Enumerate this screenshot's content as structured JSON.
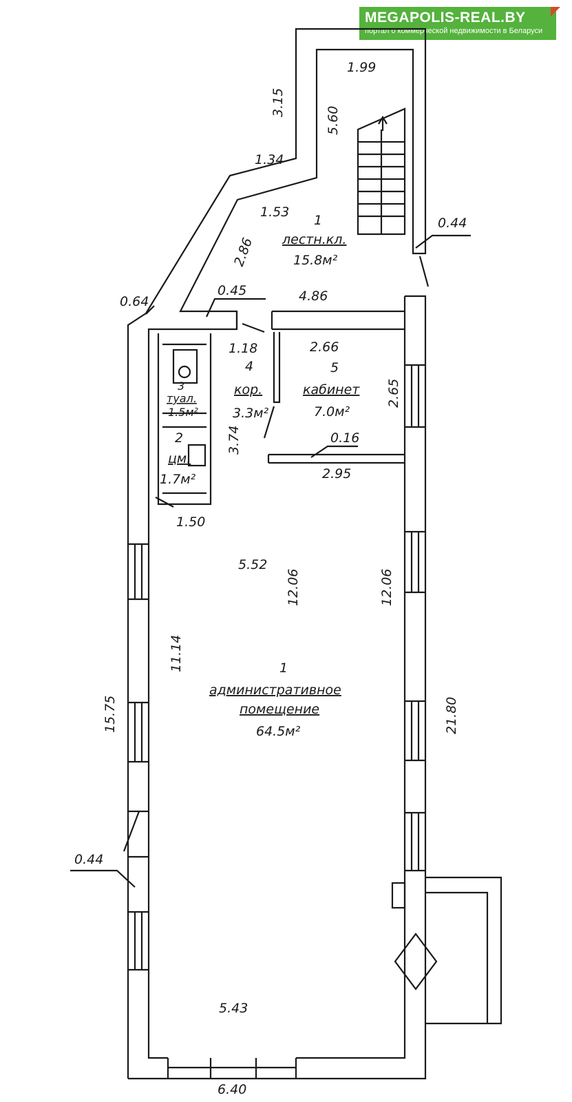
{
  "banner": {
    "brand": "MEGAPOLIS-REAL.BY",
    "tagline": "портал о коммерческой недвижимости в Беларуси",
    "color": "#54b23d",
    "corner_color": "#d64a2b"
  },
  "rooms": {
    "stair": {
      "number": "1",
      "name": "лестн.кл.",
      "area": "15.8м²"
    },
    "toilet": {
      "number": "3",
      "name": "туал.",
      "area": "1.5м²"
    },
    "janitor": {
      "number": "2",
      "name": "цм.",
      "area": "1.7м²"
    },
    "corridor": {
      "number": "4",
      "name": "кор.",
      "area": "3.3м²"
    },
    "office": {
      "number": "5",
      "name": "кабинет",
      "area": "7.0м²"
    },
    "admin": {
      "number": "1",
      "name_line1": "административное",
      "name_line2": "помещение",
      "area": "64.5м²"
    }
  },
  "dimensions": {
    "d_199": "1.99",
    "d_315": "3.15",
    "d_560": "5.60",
    "d_134": "1.34",
    "d_153": "1.53",
    "d_286": "2.86",
    "d_044_top": "0.44",
    "d_064": "0.64",
    "d_045": "0.45",
    "d_486": "4.86",
    "d_118": "1.18",
    "d_266": "2.66",
    "d_265": "2.65",
    "d_374": "3.74",
    "d_016": "0.16",
    "d_295": "2.95",
    "d_150": "1.50",
    "d_552": "5.52",
    "d_1206_inner": "12.06",
    "d_1206_right": "12.06",
    "d_1114": "11.14",
    "d_1575": "15.75",
    "d_2180": "21.80",
    "d_044_left": "0.44",
    "d_543": "5.43",
    "d_640": "6.40"
  }
}
